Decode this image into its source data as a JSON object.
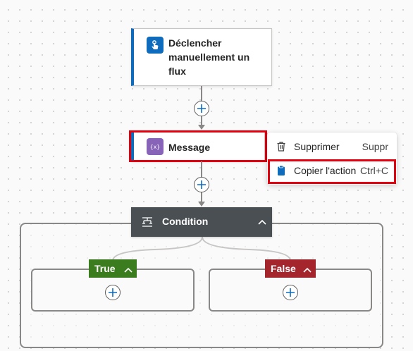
{
  "trigger": {
    "title_lines": [
      "Déclencher",
      "manuellement un",
      "flux"
    ]
  },
  "message": {
    "title": "Message"
  },
  "context_menu": {
    "items": [
      {
        "label": "Supprimer",
        "shortcut": "Suppr",
        "icon": "trash-icon"
      },
      {
        "label": "Copier l'action",
        "shortcut": "Ctrl+C",
        "icon": "clipboard-icon"
      }
    ]
  },
  "condition": {
    "title": "Condition",
    "true_label": "True",
    "false_label": "False"
  },
  "colors": {
    "accent": "#0f6cbd",
    "message_icon": "#8764b8",
    "highlight": "#e3000f",
    "true_branch": "#3b7d1e",
    "false_branch": "#a4262c",
    "condition_header": "#4a4f54"
  }
}
